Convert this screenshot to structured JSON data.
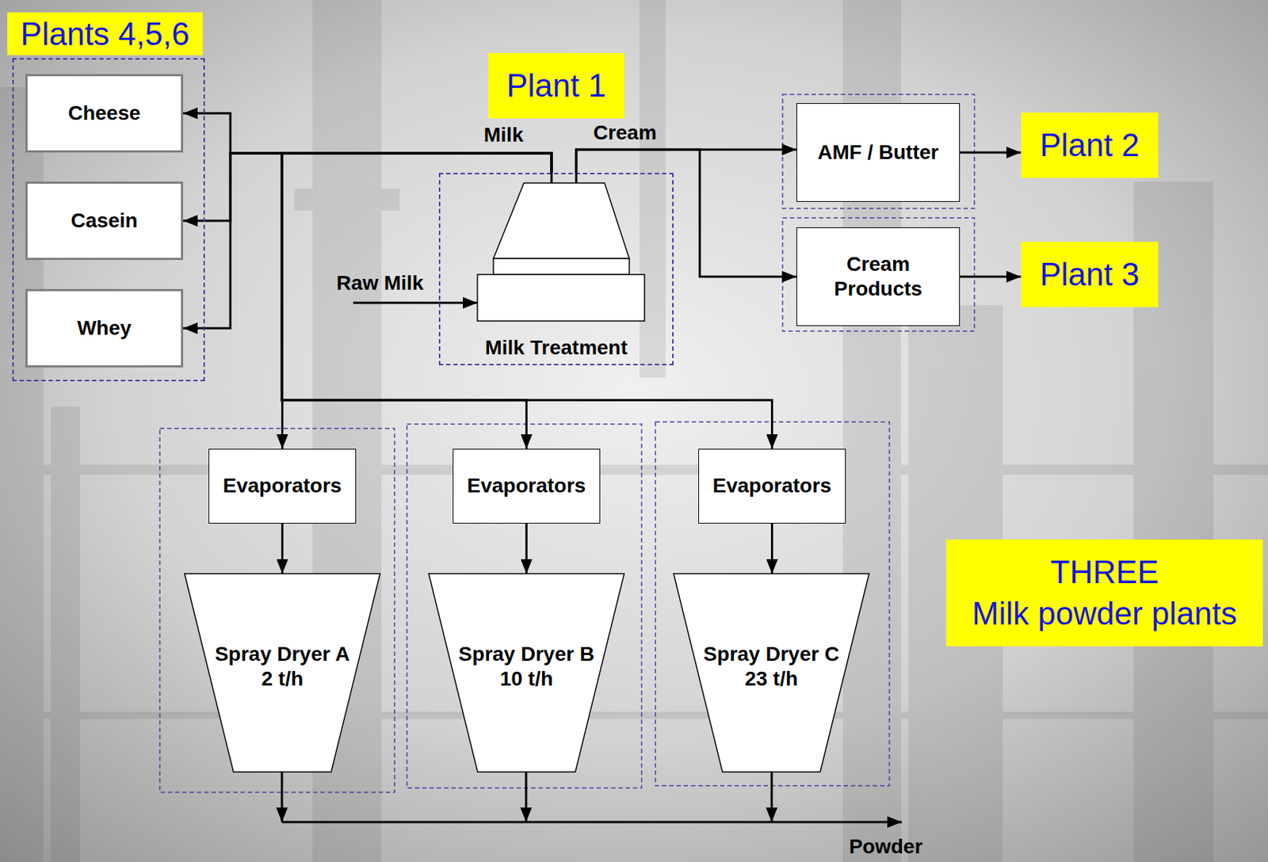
{
  "diagram": {
    "nodes": [
      {
        "text": [
          "Plants 4,5,6"
        ]
      },
      {
        "text": [
          "Cheese"
        ],
        "in": 0
      },
      {
        "text": [
          "Casein"
        ],
        "in": 0
      },
      {
        "text": [
          "Whey"
        ],
        "in": 0
      },
      {
        "text": [
          "Plant 1"
        ]
      },
      {
        "text": [
          "Milk Treatment"
        ]
      },
      {
        "text": [
          "AMF / Butter"
        ]
      },
      {
        "text": [
          "Plant 2"
        ]
      },
      {
        "text": [
          "Cream Products"
        ]
      },
      {
        "text": [
          "Plant 3"
        ]
      },
      {
        "text": [
          "Evaporators"
        ]
      },
      {
        "text": [
          "Spray Dryer A",
          "2 t/h"
        ]
      },
      {
        "text": [
          "Evaporators"
        ]
      },
      {
        "text": [
          "Spray Dryer B",
          "10 t/h"
        ]
      },
      {
        "text": [
          "Evaporators"
        ]
      },
      {
        "text": [
          "Spray Dryer C",
          "23 t/h"
        ]
      },
      {
        "text": [
          "THREE",
          "Milk powder plants"
        ]
      }
    ],
    "edges": [
      {
        "from": 5,
        "to": 1,
        "arrow": "to"
      },
      {
        "from": 5,
        "to": 2,
        "arrow": "to"
      },
      {
        "from": 5,
        "to": 3,
        "arrow": "to"
      },
      {
        "from": 5,
        "to": 10,
        "arrow": "to"
      },
      {
        "from": 5,
        "to": 12,
        "arrow": "to"
      },
      {
        "from": 5,
        "to": 14,
        "arrow": "to"
      },
      {
        "from": 5,
        "to": 6,
        "arrow": "to"
      },
      {
        "from": 5,
        "to": 8,
        "arrow": "to"
      },
      {
        "from": 6,
        "to": 7,
        "arrow": "to"
      },
      {
        "from": 8,
        "to": 9,
        "arrow": "to"
      },
      {
        "from": 10,
        "to": 11,
        "arrow": "to"
      },
      {
        "from": 12,
        "to": 13,
        "arrow": "to"
      },
      {
        "from": 14,
        "to": 15,
        "arrow": "to"
      }
    ],
    "labels": [
      "Milk",
      "Cream",
      "Raw Milk",
      "Powder"
    ]
  }
}
